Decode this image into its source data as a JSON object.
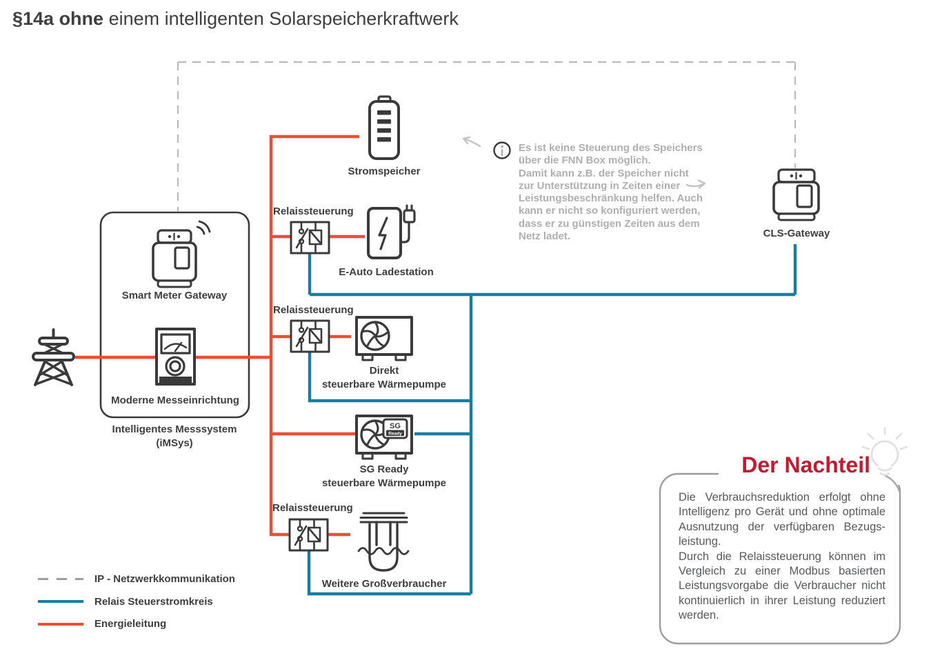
{
  "title": {
    "bold": "§14a ohne",
    "rest": " einem intelligenten Solarspeicherkraftwerk"
  },
  "colors": {
    "energy": "#ec4e33",
    "relay": "#1a7c9e",
    "dash": "#b9b9b9",
    "icon": "#3a3a3a",
    "alert": "#c21b2f"
  },
  "icons": [
    "power-tower-icon",
    "smart-meter-gateway-icon",
    "modern-meter-icon",
    "battery-storage-icon",
    "relay-icon",
    "ev-charger-icon",
    "heat-pump-icon",
    "sg-ready-heat-pump-icon",
    "immersion-heater-icon",
    "cls-gateway-icon",
    "info-icon",
    "lightbulb-icon",
    "arrow-left-icon",
    "arrow-right-icon",
    "wifi-icon"
  ],
  "nodes": {
    "smart_meter_gateway": "Smart Meter Gateway",
    "moderne_messeinrichtung": "Moderne Messeinrichtung",
    "imsys_line1": "Intelligentes Messsystem",
    "imsys_line2": "(iMSys)",
    "stromspeicher": "Stromspeicher",
    "relaissteuerung": "Relaissteuerung",
    "e_auto": "E-Auto Ladestation",
    "direkt_wp_line1": "Direkt",
    "direkt_wp_line2": "steuerbare Wärmepumpe",
    "sg_wp_line1": "SG Ready",
    "sg_wp_line2": "steuerbare Wärmepumpe",
    "weitere": "Weitere Großverbraucher",
    "cls_gateway": "CLS-Gateway",
    "sg_badge_top": "SG",
    "sg_badge_bottom": "Ready"
  },
  "info_note": {
    "lines": [
      "Es ist keine Steuerung des Speichers",
      "über die FNN Box möglich.",
      "Damit kann z.B. der Speicher nicht",
      "zur Unterstützung in Zeiten einer",
      "Leistungsbeschränkung helfen. Auch",
      "kann er nicht so konfiguriert werden,",
      "dass er zu günstigen Zeiten aus dem",
      "Netz ladet."
    ]
  },
  "nachteil": {
    "title": "Der Nachteil",
    "paragraphs": [
      [
        "Die Verbrauchsreduktion erfolgt ohne",
        "Intelligenz pro Gerät und ohne optimale",
        "Ausnutzung der verfügbaren Bezugs-",
        "leistung."
      ],
      [
        "Durch die Relaissteuerung können im",
        "Vergleich zu einer Modbus basierten",
        "Leistungsvorgabe die Verbraucher nicht",
        "kontinuierlich in ihrer Leistung reduziert",
        "werden."
      ]
    ]
  },
  "legend": {
    "items": [
      {
        "style": "dashed",
        "label": "IP - Netzwerkkommunikation"
      },
      {
        "style": "relay",
        "label": "Relais Steuerstromkreis"
      },
      {
        "style": "energy",
        "label": "Energieleitung"
      }
    ]
  }
}
